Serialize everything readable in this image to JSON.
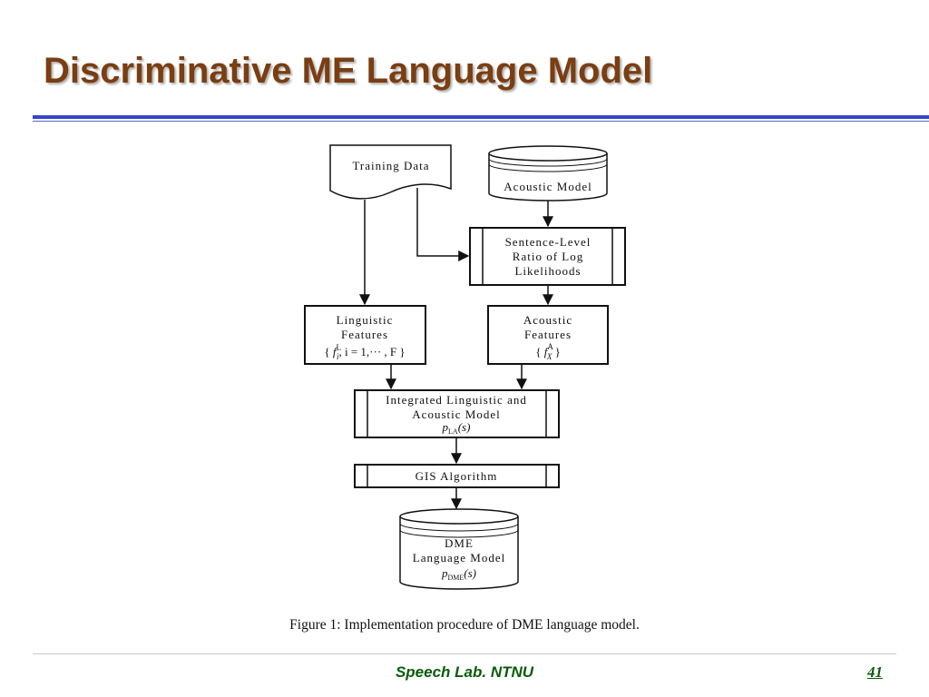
{
  "slide": {
    "title": "Discriminative ME Language Model",
    "caption": "Figure 1: Implementation procedure of DME language model.",
    "footer": "Speech Lab. NTNU",
    "page_number": "41"
  },
  "diagram": {
    "training_data": "Training Data",
    "acoustic_model": "Acoustic Model",
    "sentence_level": [
      "Sentence-Level",
      "Ratio of Log",
      "Likelihoods"
    ],
    "linguistic_features": [
      "Linguistic",
      "Features"
    ],
    "linguistic_formula": {
      "f": "f",
      "sub": "i",
      "sup": "L",
      "rest": ",  i = 1,··· , F"
    },
    "acoustic_features": [
      "Acoustic",
      "Features"
    ],
    "acoustic_formula": {
      "f": "f",
      "sub": "X",
      "sup": "A"
    },
    "integrated_model": [
      "Integrated Linguistic and",
      "Acoustic Model"
    ],
    "integrated_formula": {
      "p": "p",
      "sub": "LA",
      "arg": "(s)"
    },
    "gis": "GIS Algorithm",
    "dme_model": [
      "DME",
      "Language Model"
    ],
    "dme_formula": {
      "p": "p",
      "sub": "DME",
      "arg": "(s)"
    }
  }
}
